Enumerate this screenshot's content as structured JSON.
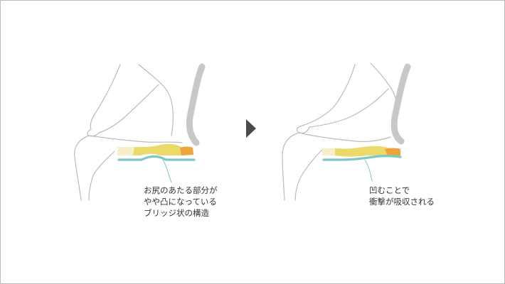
{
  "captions": {
    "before": [
      "お尻のあたる部分が",
      "やや凸になっている",
      "ブリッジ状の構造"
    ],
    "after": [
      "凹むことで",
      "衝撃が吸収される"
    ]
  },
  "colors": {
    "outline": "#bbbbbb",
    "backrest": "#c8c8c8",
    "cushion_pale": "#f6efc8",
    "cushion_yellow": "#ebd969",
    "cushion_orange": "#eea43a",
    "base_teal": "#7dc7c4",
    "arrow": "#4a4a4a"
  },
  "icons": {
    "transition": "triangle-right-icon"
  }
}
